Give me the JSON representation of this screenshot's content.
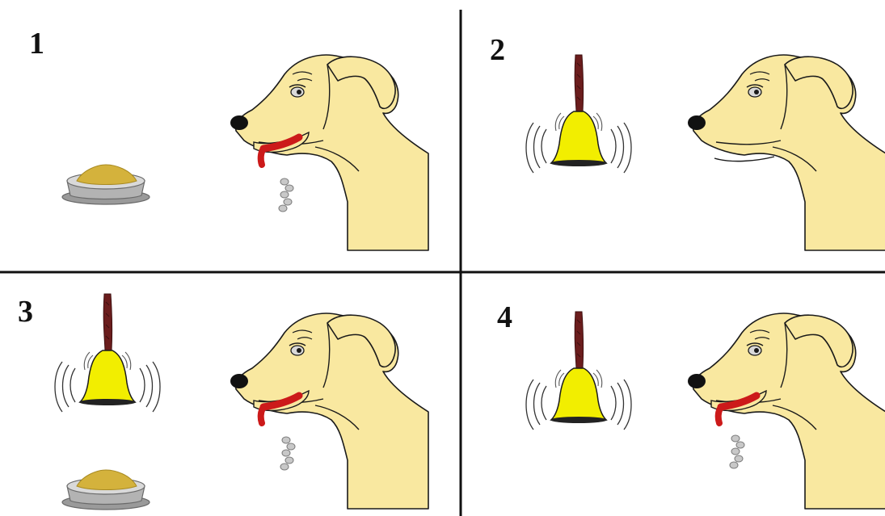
{
  "panels": [
    {
      "number": "1",
      "food": true,
      "bell": false,
      "salivating": true
    },
    {
      "number": "2",
      "food": false,
      "bell": true,
      "salivating": false
    },
    {
      "number": "3",
      "food": true,
      "bell": true,
      "salivating": true
    },
    {
      "number": "4",
      "food": false,
      "bell": true,
      "salivating": true
    }
  ],
  "colors": {
    "dog_fur": "#f9e8a0",
    "dog_outline": "#1a1a1a",
    "nose": "#111111",
    "tongue": "#cc1a1a",
    "saliva": "#b0b0b0",
    "bell_body": "#f2ee00",
    "bell_handle": "#6b1d1d",
    "bowl": "#a3a3a3",
    "food": "#d4b23c",
    "divider": "#111111"
  },
  "icons": [
    "dog-head-icon",
    "bell-icon",
    "food-bowl-icon",
    "saliva-drops-icon",
    "sound-waves-icon"
  ]
}
